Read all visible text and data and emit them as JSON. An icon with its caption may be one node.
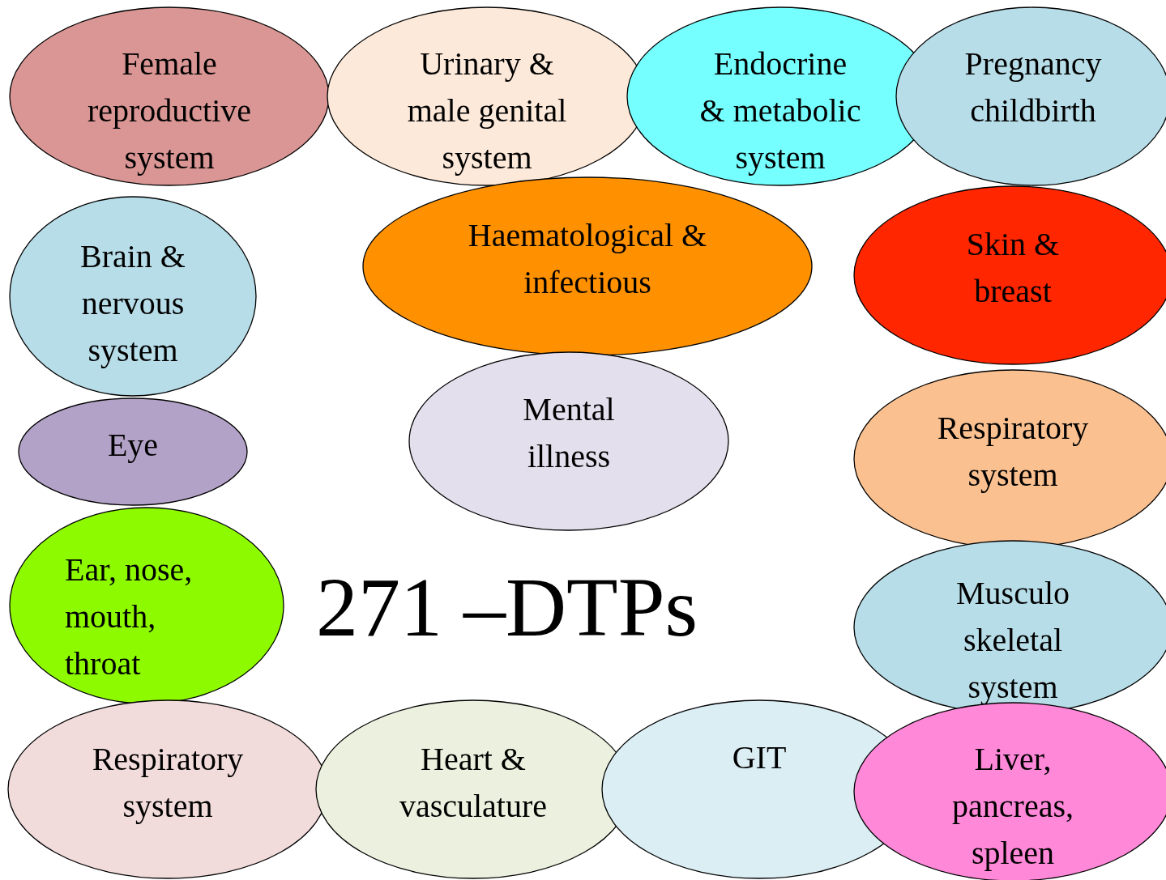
{
  "diagram": {
    "nodes": [
      {
        "text": [
          "Female reproductive system"
        ]
      },
      {
        "text": [
          "Urinary & male genital system"
        ]
      },
      {
        "text": [
          "Endocrine & metabolic system"
        ]
      },
      {
        "text": [
          "Pregnancy childbirth"
        ]
      },
      {
        "text": [
          "Brain & nervous system"
        ]
      },
      {
        "text": [
          "Haematological & infectious"
        ]
      },
      {
        "text": [
          "Skin & breast"
        ]
      },
      {
        "text": [
          "Eye"
        ]
      },
      {
        "text": [
          "Mental illness"
        ]
      },
      {
        "text": [
          "Respiratory system"
        ]
      },
      {
        "text": [
          "Ear, nose, mouth, throat"
        ]
      },
      {
        "text": [
          "Musculo skeletal system"
        ]
      },
      {
        "text": [
          "Respiratory system"
        ]
      },
      {
        "text": [
          "Heart & vasculature"
        ]
      },
      {
        "text": [
          "GIT"
        ]
      },
      {
        "text": [
          "Liver, pancreas, spleen"
        ]
      }
    ],
    "labels": [
      "271 –DTPs"
    ]
  }
}
